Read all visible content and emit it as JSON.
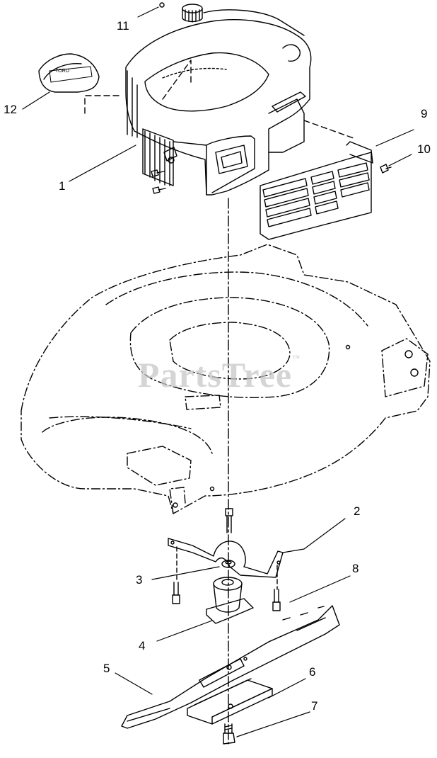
{
  "callouts": [
    "11",
    "12",
    "1",
    "9",
    "10",
    "2",
    "3",
    "8",
    "4",
    "5",
    "6",
    "7"
  ],
  "watermark": {
    "text": "PartsTree",
    "mark": "™"
  },
  "engine_cover_label": "TORO",
  "colors": {
    "line": "#000000",
    "paper": "#ffffff",
    "watermark": "#c8c8c8"
  }
}
